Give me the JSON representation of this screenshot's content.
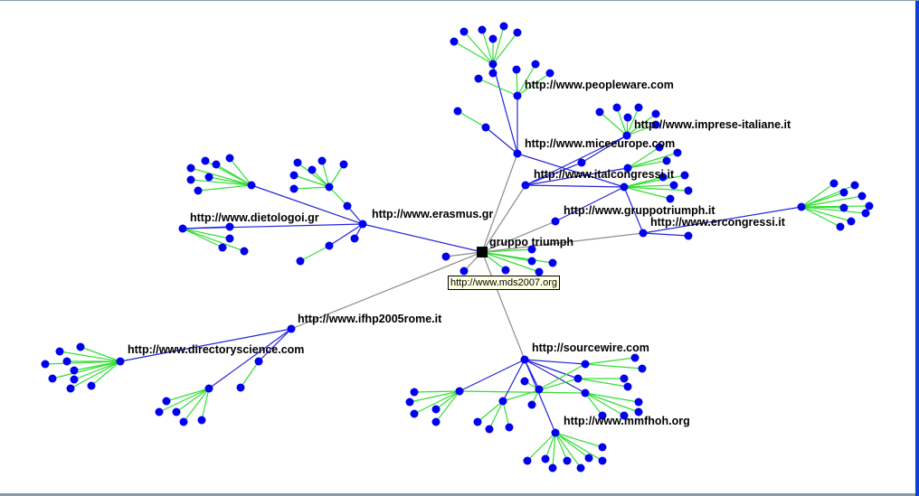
{
  "colors": {
    "node": "#0000ee",
    "root": "#000000",
    "edge_blue": "#2424d8",
    "edge_green": "#33dd33",
    "edge_gray": "#8c8c8c"
  },
  "labels": {
    "root": "gruppo triumph",
    "peopleware": "http://www.peopleware.com",
    "imprese": "http://www.imprese-italiane.it",
    "miceeurope": "http://www.miceeurope.com",
    "italcongressi": "http://www.italcongressi.it",
    "gruppotriumph": "http://www.gruppotriumph.it",
    "ercongressi": "http://www.ercongressi.it",
    "erasmus": "http://www.erasmus.gr",
    "dietologoi": "http://www.dietologoi.gr",
    "ifhp": "http://www.ifhp2005rome.it",
    "directoryscience": "http://www.directoryscience.com",
    "sourcewire": "http://sourcewire.com",
    "mmfhoh": "http://www.mmfhoh.org"
  },
  "tooltip": "http://www.mds2007.org",
  "edges": [
    [
      "c",
      "mice",
      "gray"
    ],
    [
      "c",
      "a",
      "gray"
    ],
    [
      "c",
      "gtn",
      "gray"
    ],
    [
      "c",
      "er",
      "gray"
    ],
    [
      "c",
      "eras",
      "blue"
    ],
    [
      "c",
      "ifhp",
      "gray"
    ],
    [
      "c",
      "sw",
      "gray"
    ],
    [
      "c",
      "c1",
      "gray"
    ],
    [
      "c",
      "c2",
      "gray"
    ],
    [
      "c",
      "c3",
      "green"
    ],
    [
      "c",
      "c4",
      "green"
    ],
    [
      "c",
      "c5",
      "green"
    ],
    [
      "c",
      "c6",
      "green"
    ],
    [
      "c",
      "c7",
      "green"
    ],
    [
      "mice",
      "pw",
      "blue"
    ],
    [
      "mice",
      "up",
      "blue"
    ],
    [
      "mice",
      "m1",
      "blue"
    ],
    [
      "m1",
      "m2",
      "green"
    ],
    [
      "mice",
      "gt",
      "blue"
    ],
    [
      "up",
      "u1",
      "green"
    ],
    [
      "up",
      "u2",
      "green"
    ],
    [
      "up",
      "u3",
      "green"
    ],
    [
      "up",
      "u4",
      "green"
    ],
    [
      "up",
      "u5",
      "green"
    ],
    [
      "up",
      "u6",
      "green"
    ],
    [
      "up",
      "u7",
      "green"
    ],
    [
      "pw",
      "p1",
      "green"
    ],
    [
      "pw",
      "p2",
      "green"
    ],
    [
      "pw",
      "p3",
      "green"
    ],
    [
      "pw",
      "p4",
      "green"
    ],
    [
      "a",
      "b",
      "blue"
    ],
    [
      "b",
      "imp",
      "blue"
    ],
    [
      "a",
      "imp",
      "blue"
    ],
    [
      "a",
      "h2",
      "blue"
    ],
    [
      "a",
      "gt",
      "blue"
    ],
    [
      "imp",
      "i1",
      "green"
    ],
    [
      "imp",
      "i2",
      "green"
    ],
    [
      "imp",
      "i3",
      "green"
    ],
    [
      "imp",
      "i4",
      "green"
    ],
    [
      "imp",
      "i5",
      "green"
    ],
    [
      "imp",
      "i6",
      "green"
    ],
    [
      "h2",
      "k1",
      "green"
    ],
    [
      "h2",
      "k2",
      "green"
    ],
    [
      "h2",
      "k3",
      "green"
    ],
    [
      "gt",
      "g1",
      "green"
    ],
    [
      "gt",
      "g2",
      "green"
    ],
    [
      "gt",
      "g3",
      "green"
    ],
    [
      "gt",
      "g4",
      "green"
    ],
    [
      "gt",
      "g5",
      "green"
    ],
    [
      "gtn",
      "gt",
      "blue"
    ],
    [
      "gt",
      "er",
      "blue"
    ],
    [
      "er",
      "e1",
      "blue"
    ],
    [
      "er",
      "big",
      "blue"
    ],
    [
      "big",
      "z1",
      "green"
    ],
    [
      "big",
      "z2",
      "green"
    ],
    [
      "big",
      "z3",
      "green"
    ],
    [
      "big",
      "z4",
      "green"
    ],
    [
      "big",
      "z5",
      "green"
    ],
    [
      "big",
      "z6",
      "green"
    ],
    [
      "big",
      "z7",
      "green"
    ],
    [
      "big",
      "z8",
      "green"
    ],
    [
      "big",
      "z9",
      "green"
    ],
    [
      "eras",
      "dh",
      "blue"
    ],
    [
      "dh",
      "d1",
      "green"
    ],
    [
      "dh",
      "d2",
      "green"
    ],
    [
      "dh",
      "d3",
      "green"
    ],
    [
      "dh",
      "d4",
      "green"
    ],
    [
      "dh",
      "d5",
      "green"
    ],
    [
      "dh",
      "d6",
      "green"
    ],
    [
      "dh",
      "d7",
      "green"
    ],
    [
      "eras",
      "q",
      "blue"
    ],
    [
      "q",
      "qh",
      "green"
    ],
    [
      "qh",
      "q1",
      "green"
    ],
    [
      "qh",
      "q2",
      "green"
    ],
    [
      "qh",
      "q3",
      "green"
    ],
    [
      "qh",
      "q4",
      "green"
    ],
    [
      "qh",
      "q5",
      "green"
    ],
    [
      "qh",
      "q6",
      "green"
    ],
    [
      "eras",
      "diet",
      "blue"
    ],
    [
      "diet",
      "t0",
      "blue"
    ],
    [
      "diet",
      "t1",
      "green"
    ],
    [
      "diet",
      "t2",
      "green"
    ],
    [
      "diet",
      "t3",
      "green"
    ],
    [
      "eras",
      "r1",
      "blue"
    ],
    [
      "r1",
      "r2",
      "green"
    ],
    [
      "eras",
      "r3",
      "blue"
    ],
    [
      "ifhp",
      "ds",
      "blue"
    ],
    [
      "ds",
      "s1",
      "green"
    ],
    [
      "ds",
      "s2",
      "green"
    ],
    [
      "ds",
      "s3",
      "green"
    ],
    [
      "ds",
      "s4",
      "green"
    ],
    [
      "ds",
      "s5",
      "green"
    ],
    [
      "ds",
      "s6",
      "green"
    ],
    [
      "ds",
      "s7",
      "green"
    ],
    [
      "ds",
      "s8",
      "green"
    ],
    [
      "ds",
      "s9",
      "green"
    ],
    [
      "ifhp",
      "f1",
      "blue"
    ],
    [
      "f1",
      "f2",
      "green"
    ],
    [
      "ifhp",
      "fh",
      "blue"
    ],
    [
      "fh",
      "y1",
      "green"
    ],
    [
      "fh",
      "y2",
      "green"
    ],
    [
      "fh",
      "y3",
      "green"
    ],
    [
      "fh",
      "y4",
      "green"
    ],
    [
      "fh",
      "y5",
      "green"
    ],
    [
      "sw",
      "w1",
      "blue"
    ],
    [
      "w1",
      "w1a",
      "green"
    ],
    [
      "w1",
      "w1b",
      "green"
    ],
    [
      "sw",
      "w2",
      "blue"
    ],
    [
      "w2",
      "w2a",
      "green"
    ],
    [
      "w2",
      "w2b",
      "green"
    ],
    [
      "sw",
      "w3",
      "blue"
    ],
    [
      "w3",
      "w3a",
      "green"
    ],
    [
      "w3",
      "w3b",
      "green"
    ],
    [
      "w3",
      "w3c",
      "green"
    ],
    [
      "w3",
      "w3d",
      "green"
    ],
    [
      "sw",
      "w4",
      "blue"
    ],
    [
      "w4",
      "w4a",
      "green"
    ],
    [
      "w4",
      "w4b",
      "green"
    ],
    [
      "w4",
      "w1",
      "green"
    ],
    [
      "sw",
      "w5",
      "blue"
    ],
    [
      "w5",
      "w5a",
      "green"
    ],
    [
      "w5",
      "w5b",
      "green"
    ],
    [
      "w5",
      "w5c",
      "green"
    ],
    [
      "w5",
      "w5d",
      "green"
    ],
    [
      "w5",
      "w5e",
      "green"
    ],
    [
      "w5",
      "w3",
      "green"
    ],
    [
      "sw",
      "w6",
      "blue"
    ],
    [
      "w6",
      "w6a",
      "green"
    ],
    [
      "w6",
      "w6b",
      "green"
    ],
    [
      "w6",
      "w6c",
      "green"
    ],
    [
      "w6",
      "w2",
      "green"
    ],
    [
      "sw",
      "mm",
      "blue"
    ],
    [
      "mm",
      "mm1",
      "green"
    ],
    [
      "mm",
      "mm2",
      "green"
    ],
    [
      "mm",
      "mm3",
      "green"
    ],
    [
      "mm",
      "mm4",
      "green"
    ],
    [
      "mm",
      "mm5",
      "green"
    ],
    [
      "mm",
      "mm6",
      "green"
    ],
    [
      "mm",
      "mm7",
      "green"
    ],
    [
      "mm",
      "mm8",
      "green"
    ]
  ]
}
